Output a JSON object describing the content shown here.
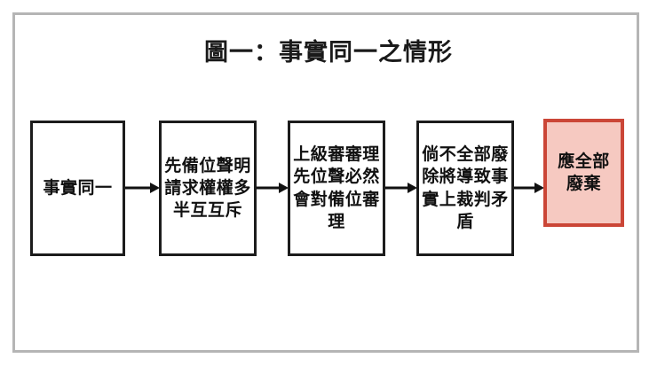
{
  "slide": {
    "title": "圖一：事實同一之情形",
    "background_color": "#ffffff",
    "frame_border_color": "#b5b5b5"
  },
  "diagram": {
    "type": "flowchart",
    "direction": "left-to-right",
    "node_border_color": "#1c1c1c",
    "node_fill_color": "#ffffff",
    "highlight_border_color": "#CB4637",
    "highlight_fill_color": "#F6C9C1",
    "arrow_color": "#111111",
    "nodes": [
      {
        "id": "node1",
        "label": "事實同一",
        "highlight": false
      },
      {
        "id": "node2",
        "label": "先備位聲明請求權權多半互互斥",
        "highlight": false
      },
      {
        "id": "node3",
        "label": "上級審審理先位聲必然會對備位審理",
        "highlight": false
      },
      {
        "id": "node4",
        "label": "倘不全部廢除將導致事實上裁判矛盾",
        "highlight": false
      },
      {
        "id": "node5",
        "label": "應全部廢棄",
        "highlight": true
      }
    ],
    "arrows": [
      {
        "id": "arrow1",
        "from": "node1",
        "to": "node2"
      },
      {
        "id": "arrow2",
        "from": "node2",
        "to": "node3"
      },
      {
        "id": "arrow3",
        "from": "node3",
        "to": "node4"
      },
      {
        "id": "arrow4",
        "from": "node4",
        "to": "node5"
      }
    ]
  }
}
